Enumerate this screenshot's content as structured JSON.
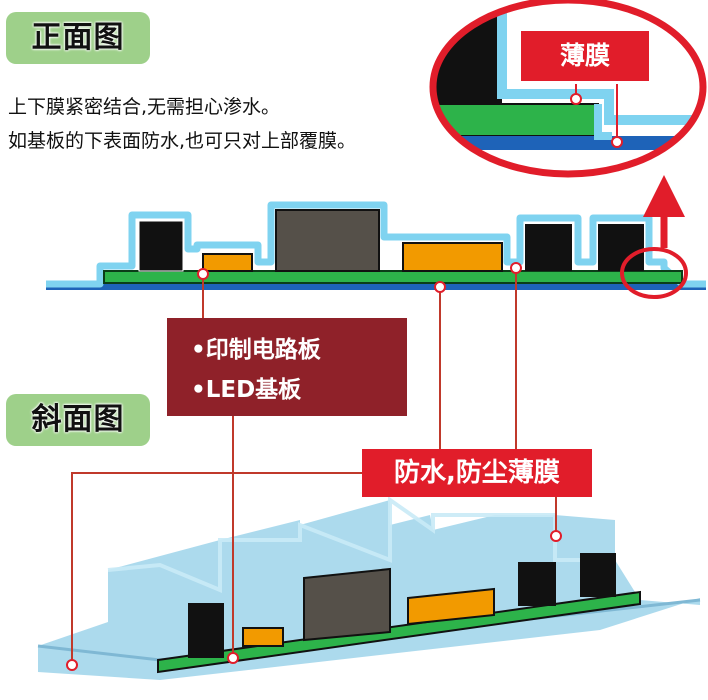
{
  "front_view": {
    "title": "正面图"
  },
  "side_view": {
    "title": "斜面图"
  },
  "description": {
    "line1": "上下膜紧密结合,无需担心渗水。",
    "line2": "如基板的下表面防水,也可只对上部覆膜。"
  },
  "callouts": {
    "pcb": {
      "line1": "•印制电路板",
      "line2": "•LED基板"
    },
    "film": "防水,防尘薄膜",
    "zoom": "薄膜"
  },
  "colors": {
    "label_bg": "#9ed08a",
    "pcb_green": "#2db34a",
    "film_blue": "#7fd3f0",
    "base_blue": "#1e63b8",
    "callout_dark": "#8f2129",
    "callout_red": "#e11d2a",
    "component_black": "#111111",
    "component_gray": "#555049",
    "component_orange": "#f29a00"
  }
}
